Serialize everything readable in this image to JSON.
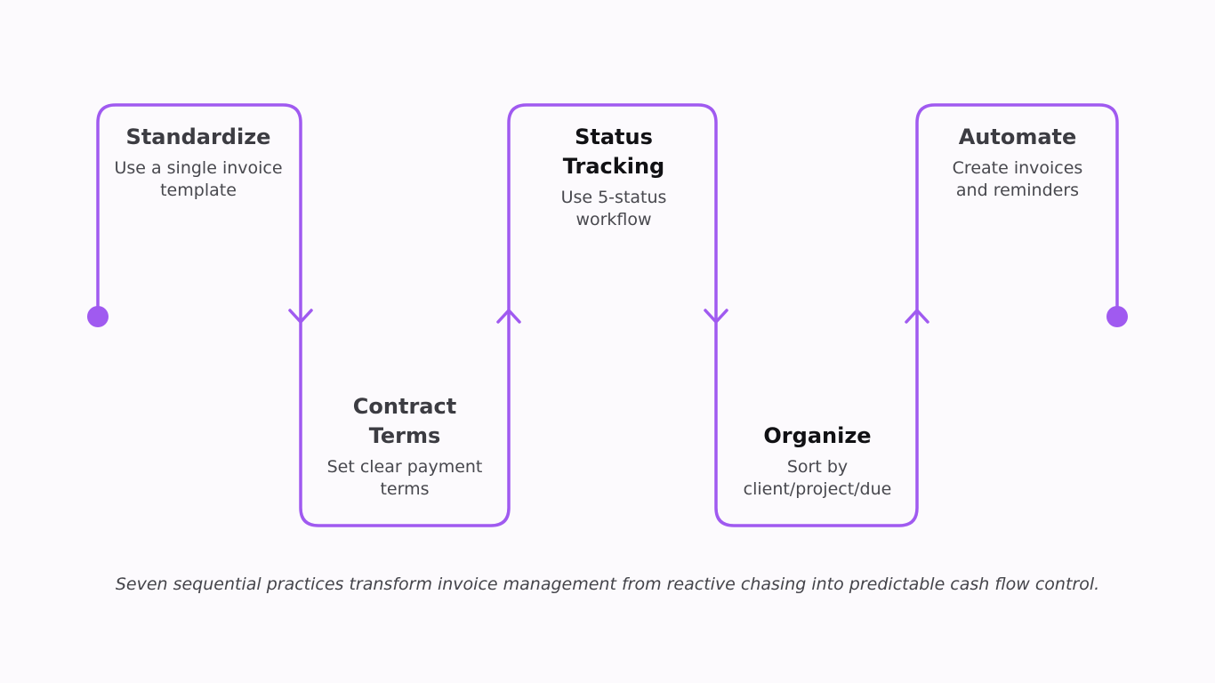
{
  "accent_color": "#a05af0",
  "steps": [
    {
      "title": "Standardize",
      "description": "Use a single invoice template"
    },
    {
      "title": "Contract Terms",
      "description": "Set clear payment terms"
    },
    {
      "title": "Status Tracking",
      "description": "Use 5-status workflow"
    },
    {
      "title": "Organize",
      "description": "Sort by client/project/due"
    },
    {
      "title": "Automate",
      "description": "Create invoices and reminders"
    }
  ],
  "caption": "Seven sequential practices transform invoice management from reactive chasing into predictable cash flow control."
}
